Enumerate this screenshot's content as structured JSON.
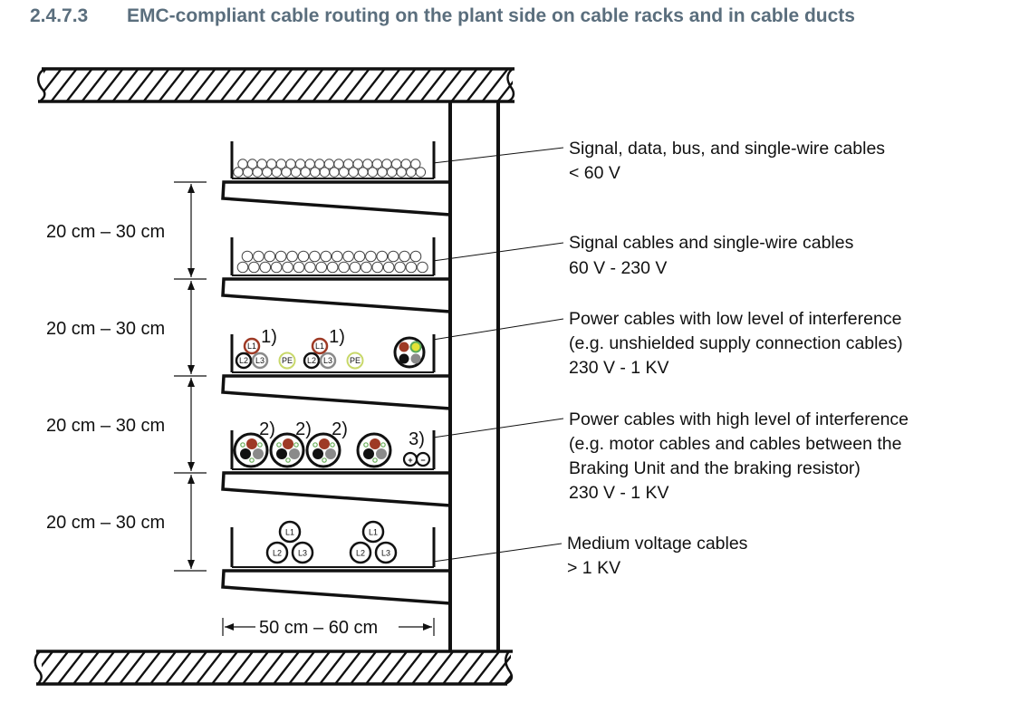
{
  "heading": {
    "number": "2.4.7.3",
    "title": "EMC-compliant cable routing on the plant side on cable racks and in cable ducts"
  },
  "dimensions": {
    "vertical_spacing": "20 cm – 30 cm",
    "rack_width": "50 cm – 60 cm"
  },
  "racks": [
    {
      "id": "signal-low",
      "label_lines": [
        "Signal, data, bus, and single-wire cables",
        "< 60 V"
      ],
      "content": "bundle-small",
      "bundle_rows": [
        19,
        20
      ]
    },
    {
      "id": "signal-mid",
      "label_lines": [
        "Signal cables and single-wire cables",
        "60 V - 230 V"
      ],
      "content": "bundle-large",
      "bundle_rows": [
        16,
        17
      ]
    },
    {
      "id": "power-low",
      "label_lines": [
        "Power cables with low level of interference",
        "(e.g. unshielded supply connection cables)",
        "230 V - 1 KV"
      ],
      "content": "single-cores",
      "groups": [
        {
          "note": "1)",
          "cores": [
            "L1",
            "L2",
            "L3",
            "PE"
          ]
        },
        {
          "note": "1)",
          "cores": [
            "L1",
            "L2",
            "L3",
            "PE"
          ]
        }
      ],
      "multicore": true
    },
    {
      "id": "power-high",
      "label_lines": [
        "Power cables with high level of interference",
        "(e.g. motor cables and cables between the",
        "Braking Unit and the braking resistor)",
        "230 V - 1 KV"
      ],
      "content": "shielded",
      "shielded_notes": [
        "2)",
        "2)",
        "2)",
        ""
      ],
      "dc_note": "3)",
      "dc_symbols": [
        "+",
        "−"
      ]
    },
    {
      "id": "medium-voltage",
      "label_lines": [
        "Medium voltage cables",
        "> 1 KV"
      ],
      "content": "trefoil",
      "trefoils": [
        [
          "L1",
          "L2",
          "L3"
        ],
        [
          "L1",
          "L2",
          "L3"
        ]
      ]
    }
  ],
  "colors": {
    "heading": "#5a6e7d",
    "line": "#111111",
    "core_brown": "#9e3a25",
    "core_black": "#111111",
    "core_grey": "#8a8a8a",
    "pe_yellow_green": "#c8d86a",
    "pe_green": "#5aa85a",
    "screen_green": "#6aae5a"
  }
}
